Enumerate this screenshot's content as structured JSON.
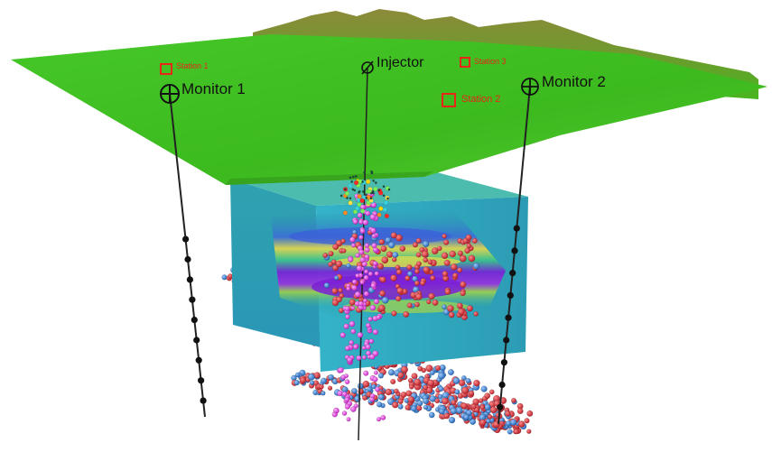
{
  "wells": {
    "monitor1": "Monitor 1",
    "injector": "Injector",
    "monitor2": "Monitor 2"
  },
  "stations": {
    "station1": "Station 1",
    "station3": "Station 3",
    "station2": "Station 2"
  },
  "colors": {
    "surface": "#3fbf1f",
    "mountains": "#6d8a2a",
    "volume": "#2aa6b8",
    "anomaly": "#7a1fd6",
    "event_red": "#d8232f",
    "event_blue": "#2f7fd0",
    "event_magenta": "#e23bd8",
    "station_marker": "#e8261a"
  }
}
